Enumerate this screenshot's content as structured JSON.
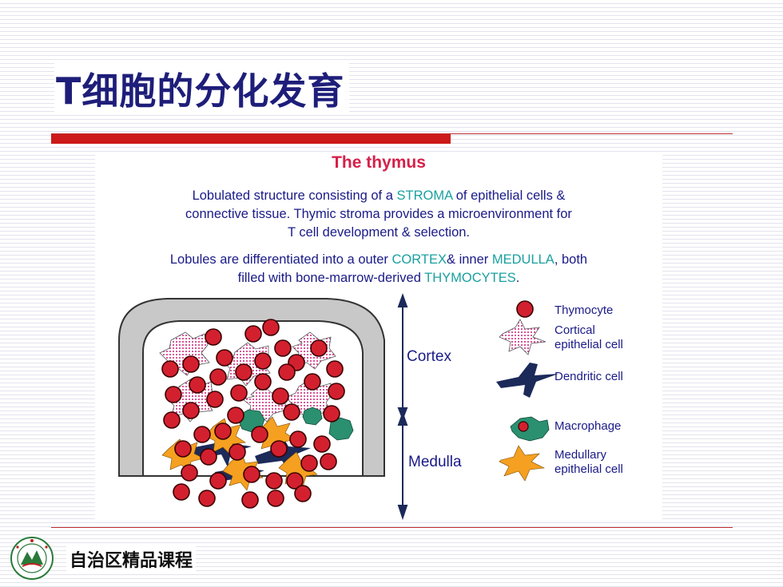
{
  "slide": {
    "title": "T细胞的分化发育",
    "footer": "自治区精品课程"
  },
  "figure": {
    "heading": "The thymus",
    "para1_line1_a": "Lobulated structure consisting of a ",
    "para1_kw_stroma": "STROMA",
    "para1_line1_b": " of epithelial cells &",
    "para1_line2": "connective tissue. Thymic stroma provides a microenvironment for",
    "para1_line3": "T cell development & selection.",
    "para2_a": "Lobules are differentiated into a outer ",
    "para2_kw_cortex": "CORTEX",
    "para2_b": "& inner ",
    "para2_kw_medulla": "MEDULLA",
    "para2_c": ", both",
    "para2_d": "filled with bone-marrow-derived ",
    "para2_kw_thymocytes": "THYMOCYTES",
    "para2_e": ".",
    "cortex_label": "Cortex",
    "medulla_label": "Medulla",
    "legend": {
      "thymocyte": "Thymocyte",
      "cortical_1": "Cortical",
      "cortical_2": "epithelial cell",
      "dendritic": "Dendritic cell",
      "macrophage": "Macrophage",
      "medullary_1": "Medullary",
      "medullary_2": "epithelial cell"
    }
  },
  "colors": {
    "title": "#1e1e7a",
    "red_bar": "#cc1a1a",
    "heading": "#d6204a",
    "text": "#1a1a88",
    "keyword": "#1aa0a0",
    "thymocyte": "#d3202f",
    "medullary_cell": "#f5a020",
    "dendritic": "#1c2a5a",
    "macrophage": "#2a9070"
  }
}
